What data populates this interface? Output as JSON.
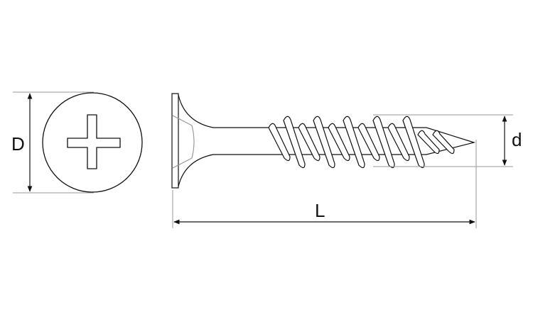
{
  "labels": {
    "head_diameter": "D",
    "length": "L",
    "thread_diameter": "d"
  },
  "colors": {
    "line": "#111111",
    "dim_line": "#999999"
  }
}
